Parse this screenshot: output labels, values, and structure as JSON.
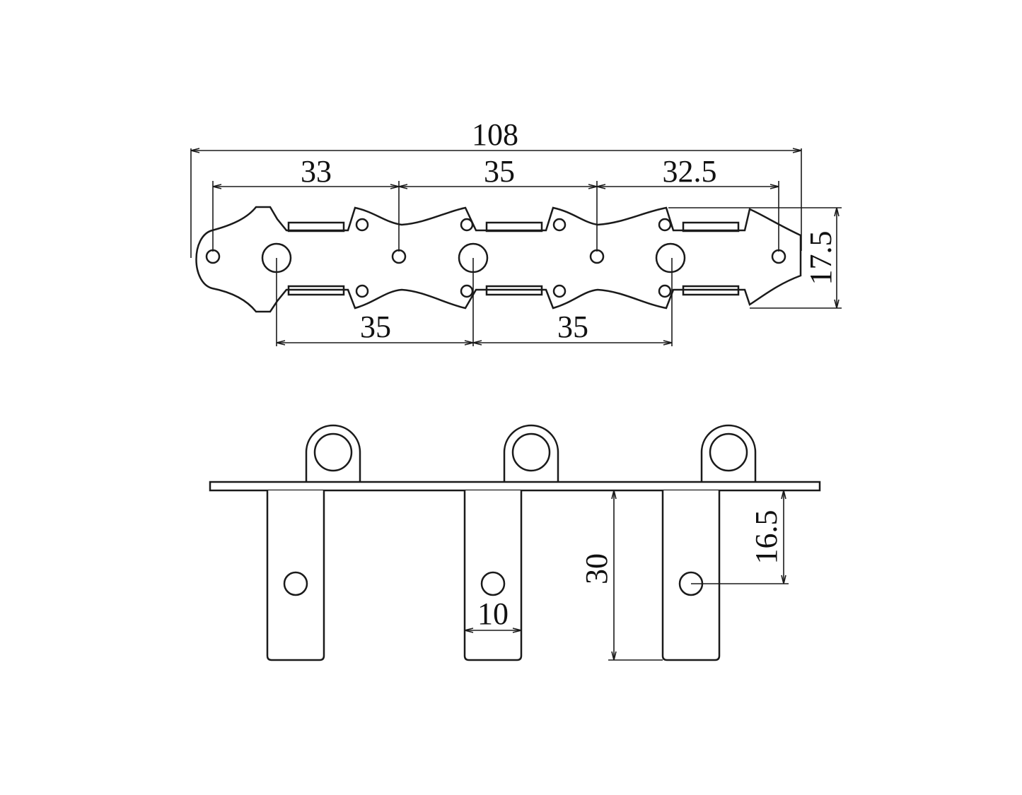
{
  "drawing": {
    "top_view": {
      "overall_length": "108",
      "span_left": "33",
      "span_middle": "35",
      "span_right": "32.5",
      "height": "17.5",
      "post_spacing_left": "35",
      "post_spacing_right": "35"
    },
    "side_view": {
      "shaft_length": "30",
      "hole_offset": "16.5",
      "shaft_width": "10"
    }
  }
}
